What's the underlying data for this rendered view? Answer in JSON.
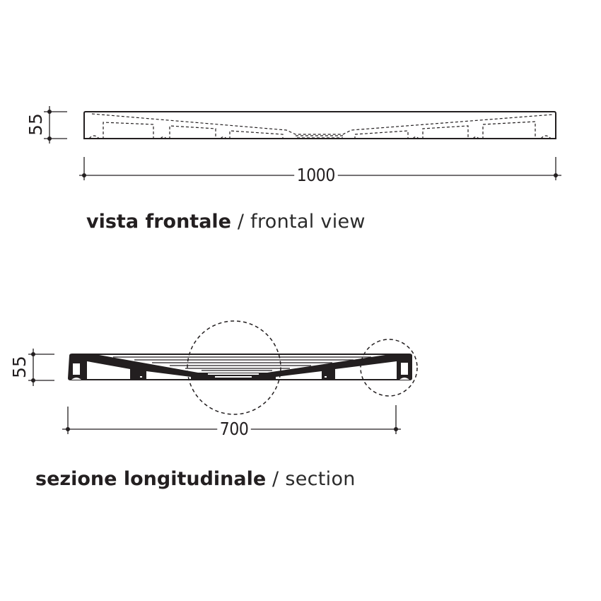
{
  "frontal": {
    "height_dim": "55",
    "width_dim": "1000",
    "caption_it": "vista frontale",
    "separator": " / ",
    "caption_en": "frontal view"
  },
  "section": {
    "height_dim": "55",
    "width_dim": "700",
    "caption_it": "sezione longitudinale",
    "separator": " / ",
    "caption_en": "section"
  },
  "colors": {
    "ink": "#231f20",
    "background": "#ffffff"
  }
}
